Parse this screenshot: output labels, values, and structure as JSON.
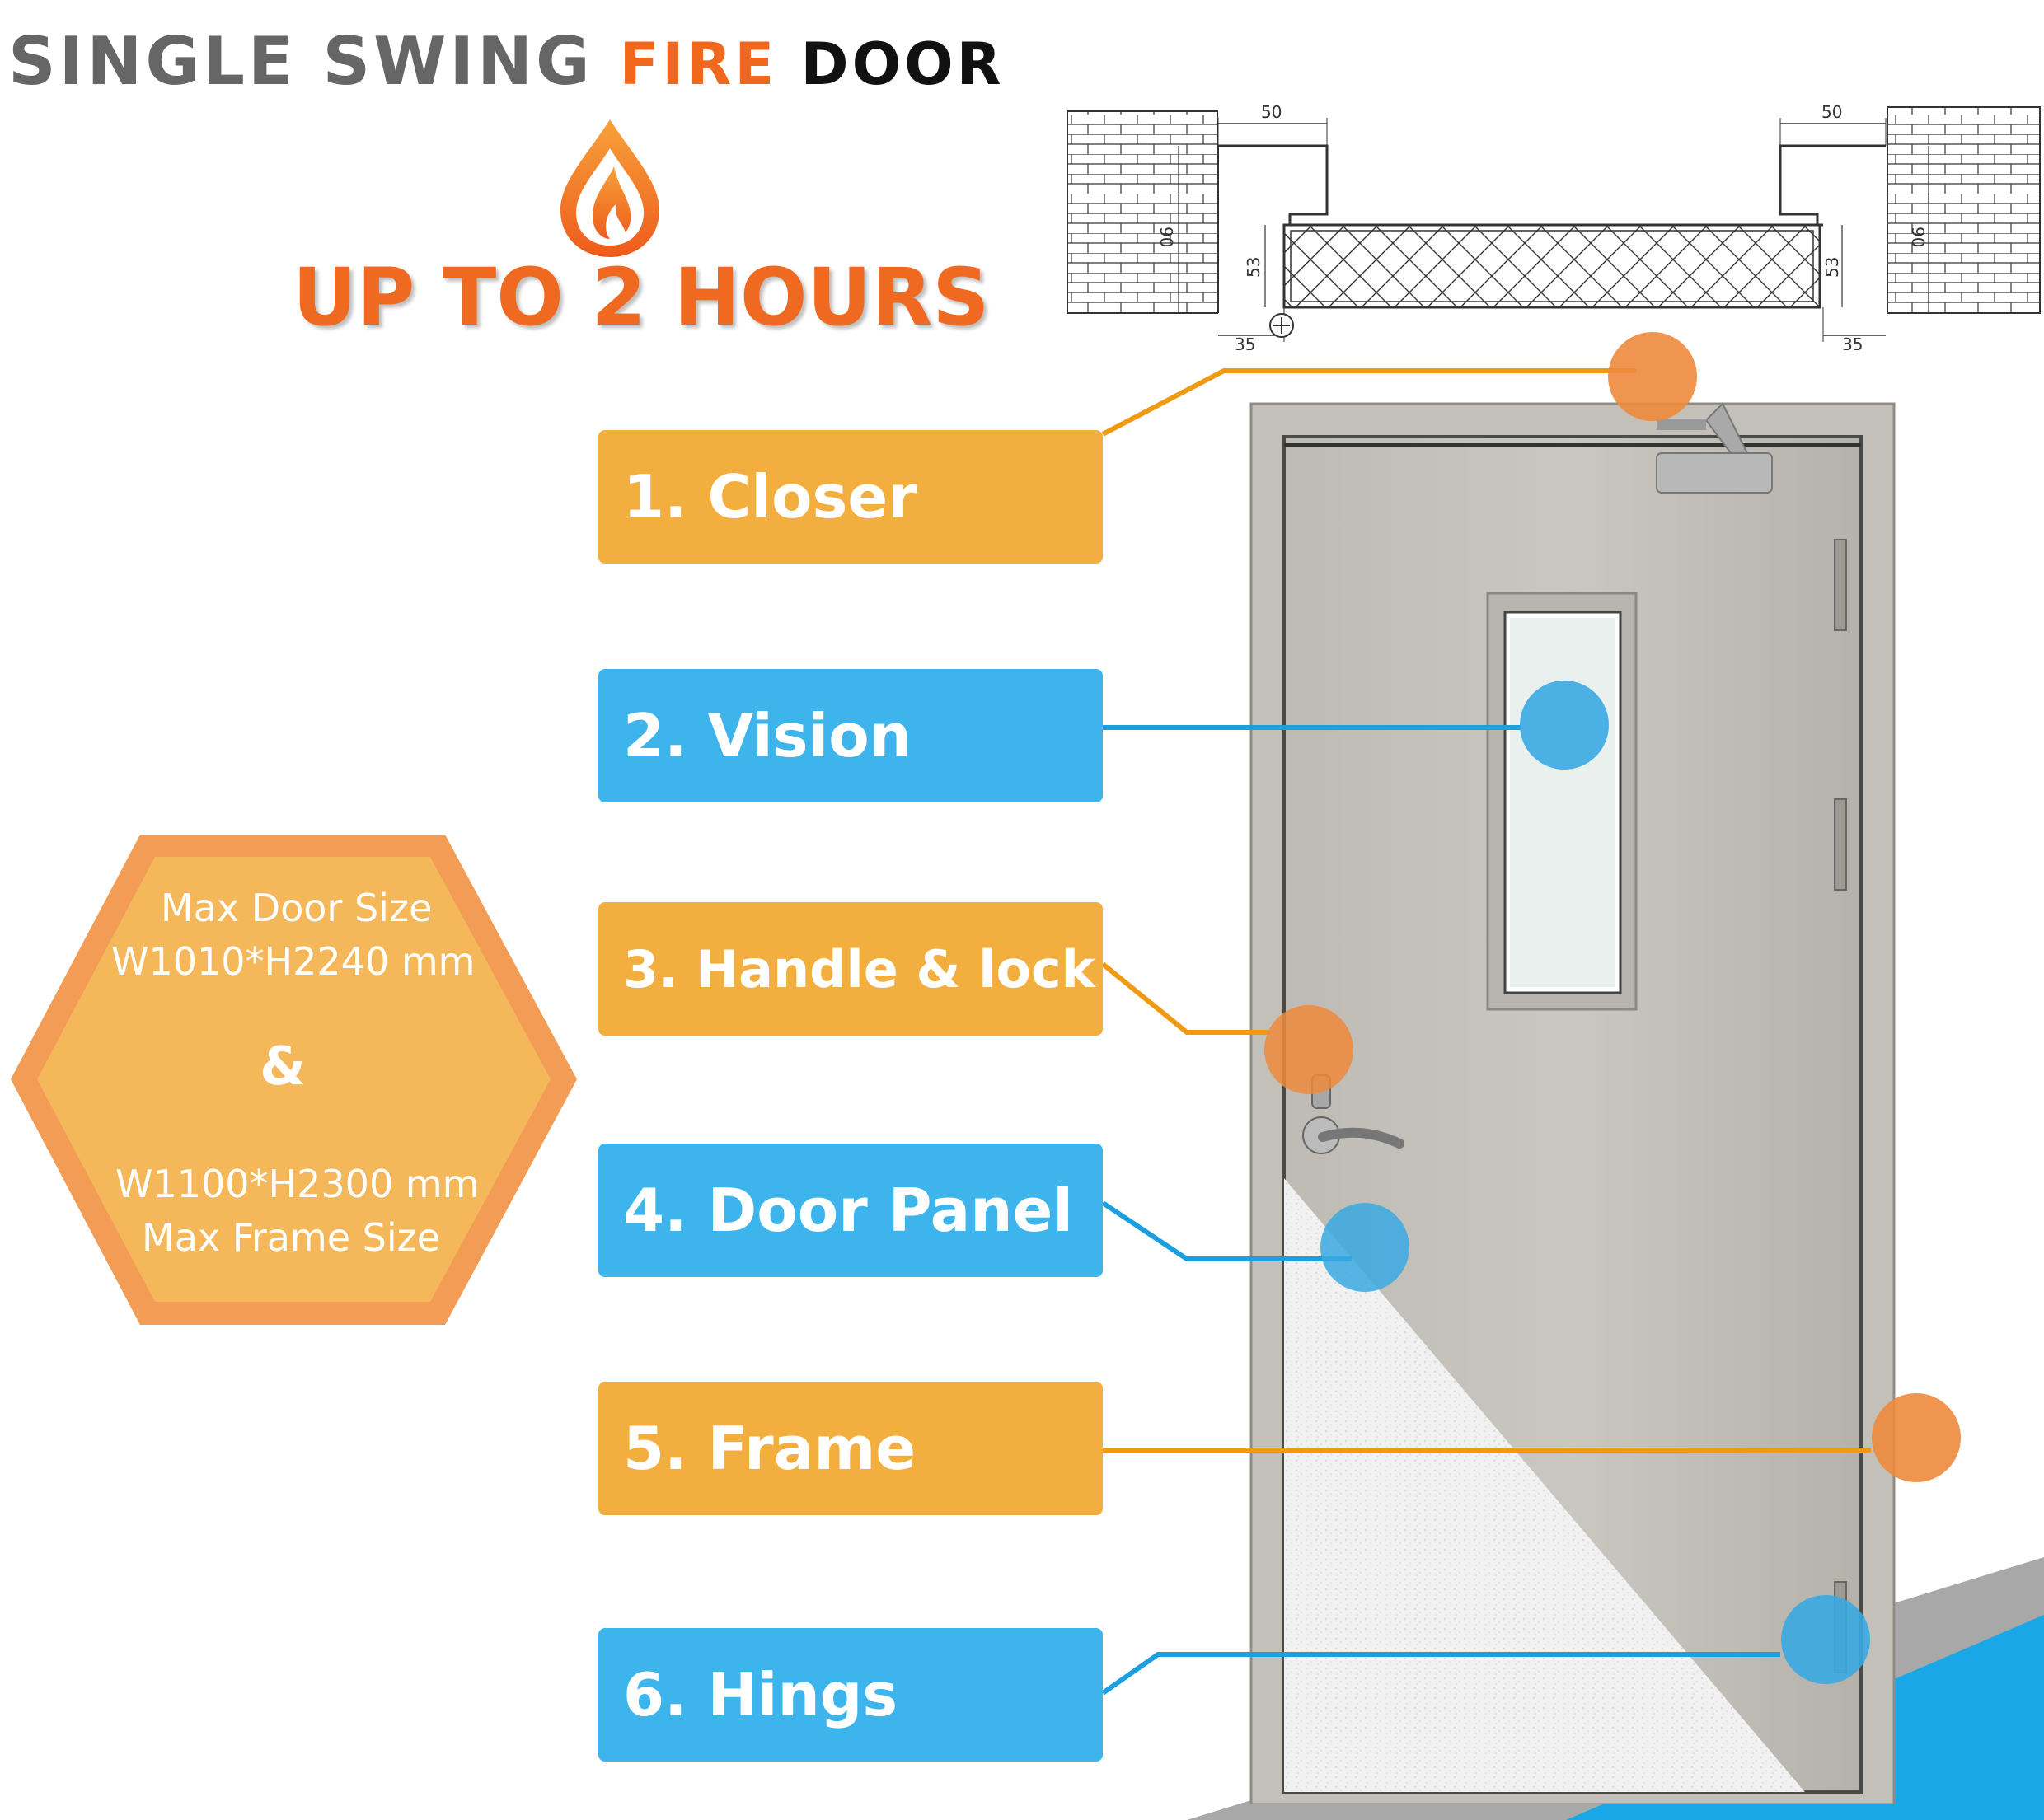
{
  "title": {
    "part1": "SINGLE SWING ",
    "part2": "FIRE",
    "part3": " DOOR"
  },
  "subtitle": "UP TO 2 HOURS",
  "labels": [
    {
      "text": "1. Closer"
    },
    {
      "text": "2. Vision"
    },
    {
      "text": "3. Handle & lock"
    },
    {
      "text": "4. Door Panel"
    },
    {
      "text": "5. Frame"
    },
    {
      "text": "6. Hings"
    }
  ],
  "sizes": {
    "door_label": "Max Door Size",
    "door_value": "W1010*H2240 mm",
    "ampersand": "&",
    "frame_value": "W1100*H2300 mm",
    "frame_label": "Max Frame Size"
  },
  "drawing": {
    "dim_50_left": "50",
    "dim_50_right": "50",
    "dim_90_left": "90",
    "dim_90_right": "90",
    "dim_53_left": "53",
    "dim_53_right": "53",
    "dim_35_left": "35",
    "dim_35_right": "35"
  },
  "colors": {
    "orange": "#f2ae3e",
    "blue": "#3db4ec",
    "accent_orange": "#ef6a20",
    "marker_orange": "#ee8a3c",
    "marker_blue": "#3aa9e2"
  }
}
